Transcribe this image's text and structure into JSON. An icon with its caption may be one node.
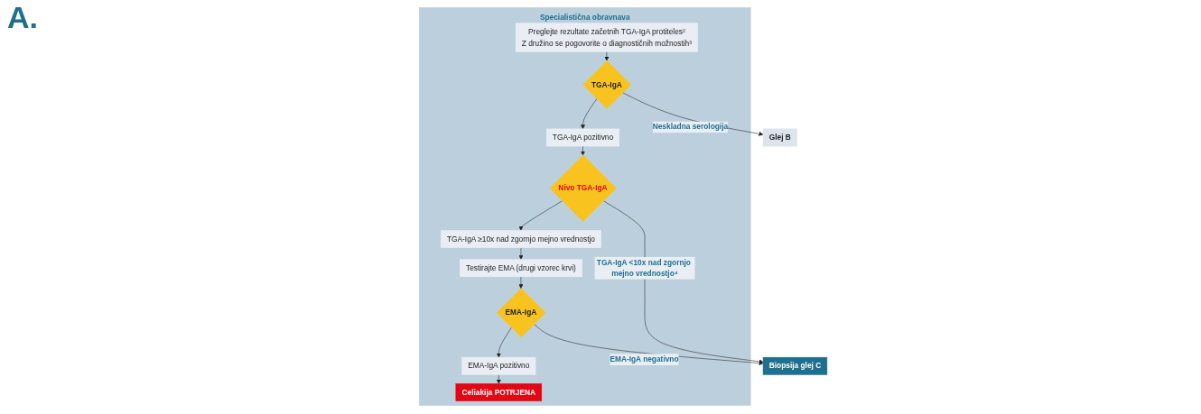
{
  "diagram": {
    "title": "A.",
    "nodes": [
      {
        "text": [
          "Specialistična obravnava"
        ]
      },
      {
        "text": [
          "Preglejte rezultate začetnih TGA-IgA protiteles²",
          "Z družino se pogovorite o diagnostičnih možnostih³"
        ],
        "in": 0
      },
      {
        "text": [
          "TGA-IgA"
        ],
        "in": 0
      },
      {
        "text": [
          "TGA-IgA pozitivno"
        ],
        "in": 0
      },
      {
        "text": [
          "Nivo TGA-IgA"
        ],
        "in": 0
      },
      {
        "text": [
          "TGA-IgA ≥10x nad zgornjo mejno vrednostjo"
        ],
        "in": 0
      },
      {
        "text": [
          "Testirajte EMA (drugi vzorec krvi)"
        ],
        "in": 0
      },
      {
        "text": [
          "EMA-IgA"
        ],
        "in": 0
      },
      {
        "text": [
          "EMA-IgA pozitivno"
        ],
        "in": 0
      },
      {
        "text": [
          "Celiakija POTRJENA"
        ],
        "in": 0
      },
      {
        "text": [
          "Glej B"
        ]
      },
      {
        "text": [
          "Biopsija glej C"
        ]
      }
    ],
    "edges": [
      {
        "from": 1,
        "to": 2,
        "arrow": "to"
      },
      {
        "from": 2,
        "to": 3,
        "arrow": "to"
      },
      {
        "from": 3,
        "to": 4,
        "arrow": "to"
      },
      {
        "from": 4,
        "to": 5,
        "arrow": "to"
      },
      {
        "from": 5,
        "to": 6,
        "arrow": "to"
      },
      {
        "from": 6,
        "to": 7,
        "arrow": "to"
      },
      {
        "from": 7,
        "to": 8,
        "arrow": "to"
      },
      {
        "from": 8,
        "to": 9,
        "arrow": "to"
      },
      {
        "from": 2,
        "to": 10,
        "label": "Neskladna serologija",
        "arrow": "to"
      },
      {
        "from": 4,
        "to": 11,
        "label": "TGA-IgA <10x nad zgornjo mejno vrednostjo⁴",
        "arrow": "to"
      },
      {
        "from": 7,
        "to": 11,
        "label": "EMA-IgA negativno",
        "arrow": "to"
      }
    ]
  }
}
